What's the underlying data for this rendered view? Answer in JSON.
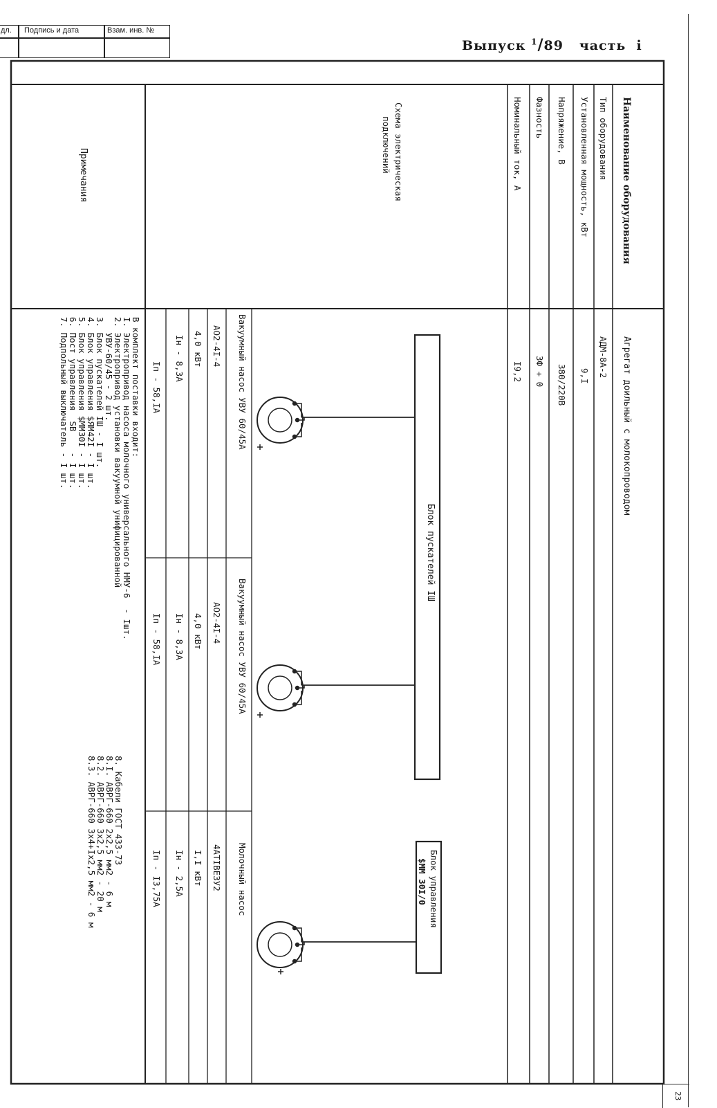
{
  "stamp": {
    "col1": "дл.",
    "col2": "Подпись и дата",
    "col3": "Взам. инв. №"
  },
  "header": {
    "issue_label": "Выпуск",
    "issue_superscript": "1",
    "issue_number": "89",
    "part_label": "часть",
    "part_value": "i"
  },
  "table": {
    "rows": [
      {
        "label": "Наименование оборудования",
        "value": "Агрегат доильный с молокопроводом"
      },
      {
        "label": "Тип оборудования",
        "value": "АДМ-8А-2"
      },
      {
        "label": "Установленная мощность, кВт",
        "value": "9,I"
      },
      {
        "label": "Напряжение, В",
        "value": "380/220В"
      },
      {
        "label": "Фазность",
        "value": "3Ф + 0"
      },
      {
        "label": "Номинальный ток, А",
        "value": "I9,2"
      }
    ],
    "scheme_label_line1": "Схема электрическая",
    "scheme_label_line2": "подключений",
    "notes_label": "Примечания"
  },
  "scheme": {
    "starter_block": "Блок пускателей IШ",
    "control_block_line1": "Блок управления",
    "control_block_line2": "$ММ 30I/0",
    "motors": [
      {
        "name": "Вакуумный насос УВУ 60/45А",
        "type": "АО2-4I-4",
        "power": "4,0 кВт",
        "rated_current": "Iн - 8,3А",
        "start_current": "Iп - 58,IА"
      },
      {
        "name": "Вакуумный насос УВУ 60/45А",
        "type": "АО2-4I-4",
        "power": "4,0 кВт",
        "rated_current": "Iн - 8,3А",
        "start_current": "Iп - 58,IА"
      },
      {
        "name": "Молочный насос",
        "type": "4АТIВЕЗУ2",
        "power": "I,I кВт",
        "rated_current": "Iн - 2,5А",
        "start_current": "Iп - I3,75А"
      }
    ]
  },
  "notes": {
    "intro": "В комплект поставки входит:",
    "items": [
      "I. Электропривод насоса молочного универсального НМУ-6  - Iшт.",
      "2. Электропривод установки вакуумной унифицированной",
      "   УВУ-60/45 - 2 шт.",
      "3. Блок пускателей IШ - I шт.",
      "4. Блок управления $ЯМ42I - I шт.",
      "5. Блок управления $ММ30I - I шт.",
      "6. Пост управления  SB    - I шт.",
      "7. Подпольный выключатель - I шт."
    ],
    "cables": [
      "8. Кабели ГОСТ 433-73",
      "8.I. АВРГ-660 2х2,5 мм2 - 6 м",
      "8.2. АВРГ-660 3х2,5 мм2 - 20 м",
      "8.3. АВРГ-660 3х4+Iх2,5 мм2 - 6 м"
    ]
  },
  "page_corner": "23"
}
